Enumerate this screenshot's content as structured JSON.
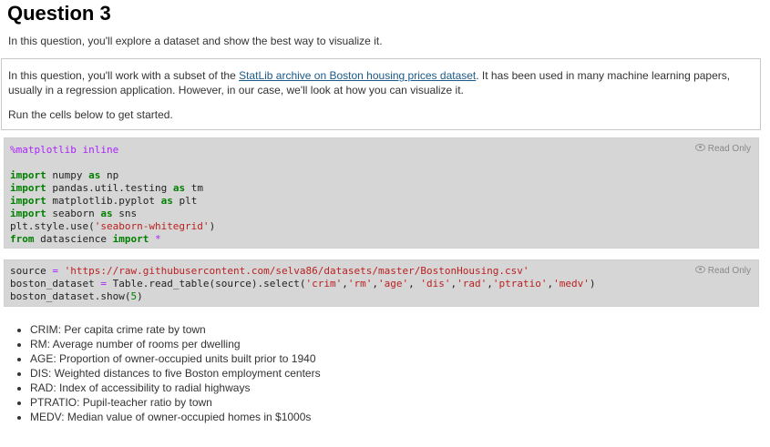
{
  "heading": "Question 3",
  "intro": "In this question, you'll explore a dataset and show the best way to visualize it.",
  "description": {
    "before_link": "In this question, you'll work with a subset of the ",
    "link_text": "StatLib archive on Boston housing prices dataset",
    "after_link": ". It has been used in many machine learning papers, usually in a regression application. However, in our case, we'll look at how you can visualize it.",
    "run_text": "Run the cells below to get started."
  },
  "cells": [
    {
      "read_only_label": "Read Only",
      "lines": [
        {
          "magic": "%matplotlib inline"
        },
        {},
        {
          "kw1": "import",
          "t1": " numpy ",
          "kw2": "as",
          "t2": " np"
        },
        {
          "kw1": "import",
          "t1": " pandas.util.testing ",
          "kw2": "as",
          "t2": " tm"
        },
        {
          "kw1": "import",
          "t1": " matplotlib.pyplot ",
          "kw2": "as",
          "t2": " plt"
        },
        {
          "kw1": "import",
          "t1": " seaborn ",
          "kw2": "as",
          "t2": " sns"
        },
        {
          "t1": "plt.style.use(",
          "s1": "'seaborn-whitegrid'",
          "t2": ")"
        },
        {
          "kw1": "from",
          "t1": " datascience ",
          "kw2": "import",
          "op": " *"
        }
      ]
    },
    {
      "read_only_label": "Read Only",
      "line1": {
        "a": "source ",
        "eq": "=",
        "s": " 'https://raw.githubusercontent.com/selva86/datasets/master/BostonHousing.csv'"
      },
      "line2": {
        "a": "boston_dataset ",
        "eq": "=",
        "b": " Table.read_table(source).select(",
        "s1": "'crim'",
        "c1": ",",
        "s2": "'rm'",
        "c2": ",",
        "s3": "'age'",
        "c3": ", ",
        "s4": "'dis'",
        "c4": ",",
        "s5": "'rad'",
        "c5": ",",
        "s6": "'ptratio'",
        "c6": ",",
        "s7": "'medv'",
        "end": ")"
      },
      "line3": {
        "a": "boston_dataset.show(",
        "n": "5",
        "b": ")"
      }
    }
  ],
  "variables": [
    "CRIM: Per capita crime rate by town",
    "RM: Average number of rooms per dwelling",
    "AGE: Proportion of owner-occupied units built prior to 1940",
    "DIS: Weighted distances to five Boston employment centers",
    "RAD: Index of accessibility to radial highways",
    "PTRATIO: Pupil-teacher ratio by town",
    "MEDV: Median value of owner-occupied homes in $1000s"
  ]
}
